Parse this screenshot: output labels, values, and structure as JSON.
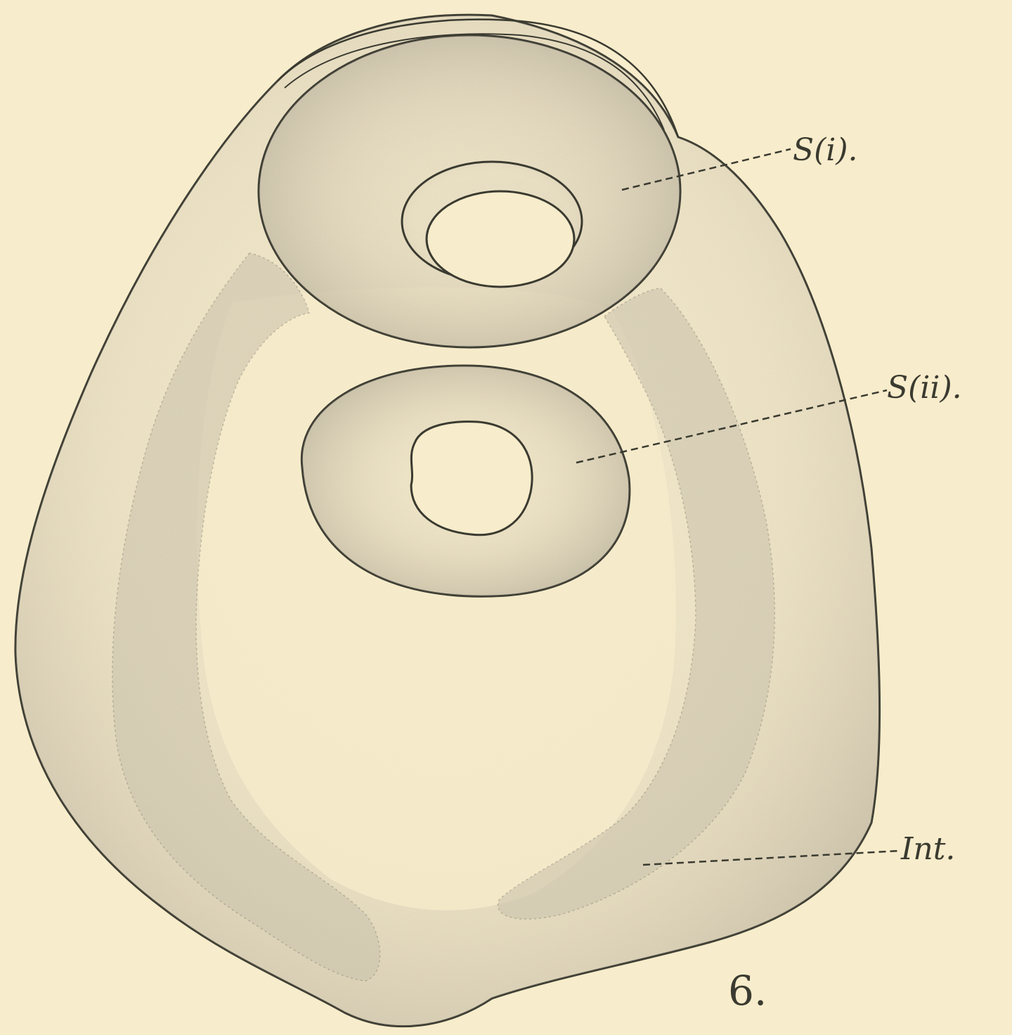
{
  "figure": {
    "number": "6.",
    "labels": {
      "s_i": "S(i).",
      "s_ii": "S(ii).",
      "int": "Int."
    }
  },
  "colors": {
    "paper": "#f7eccb",
    "ink": "#3a3a30",
    "shade": "#b9b09a"
  }
}
